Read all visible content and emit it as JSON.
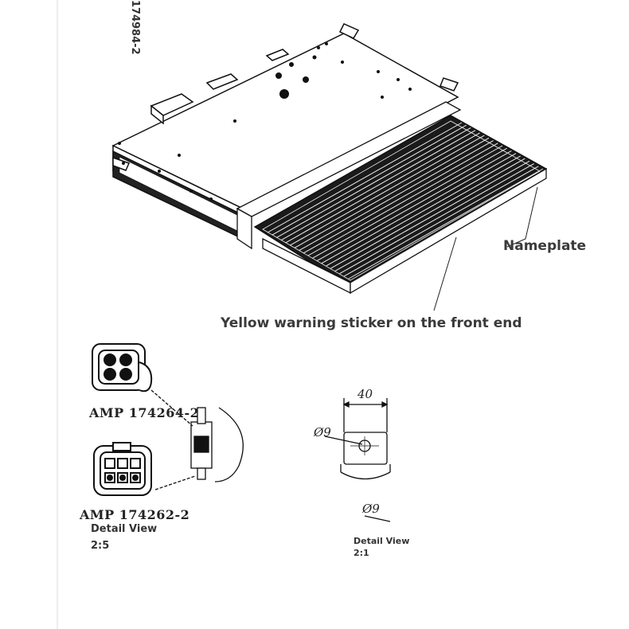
{
  "part_number_vertical": "174984-2",
  "callouts": {
    "nameplate": "Nameplate",
    "warning_sticker": "Yellow warning sticker on the front end"
  },
  "connectors": {
    "top": "AMP 174264-2",
    "bottom": "AMP 174262-2"
  },
  "detail_left": {
    "title": "Detail View",
    "scale": "2:5"
  },
  "detail_right": {
    "title": "Detail View",
    "scale": "2:1",
    "width_dim": "40",
    "hole_dim_1": "Ø9",
    "hole_dim_2": "Ø9"
  },
  "colors": {
    "line": "#111111",
    "text": "#333333",
    "fin_dark": "#1a1a1a"
  }
}
